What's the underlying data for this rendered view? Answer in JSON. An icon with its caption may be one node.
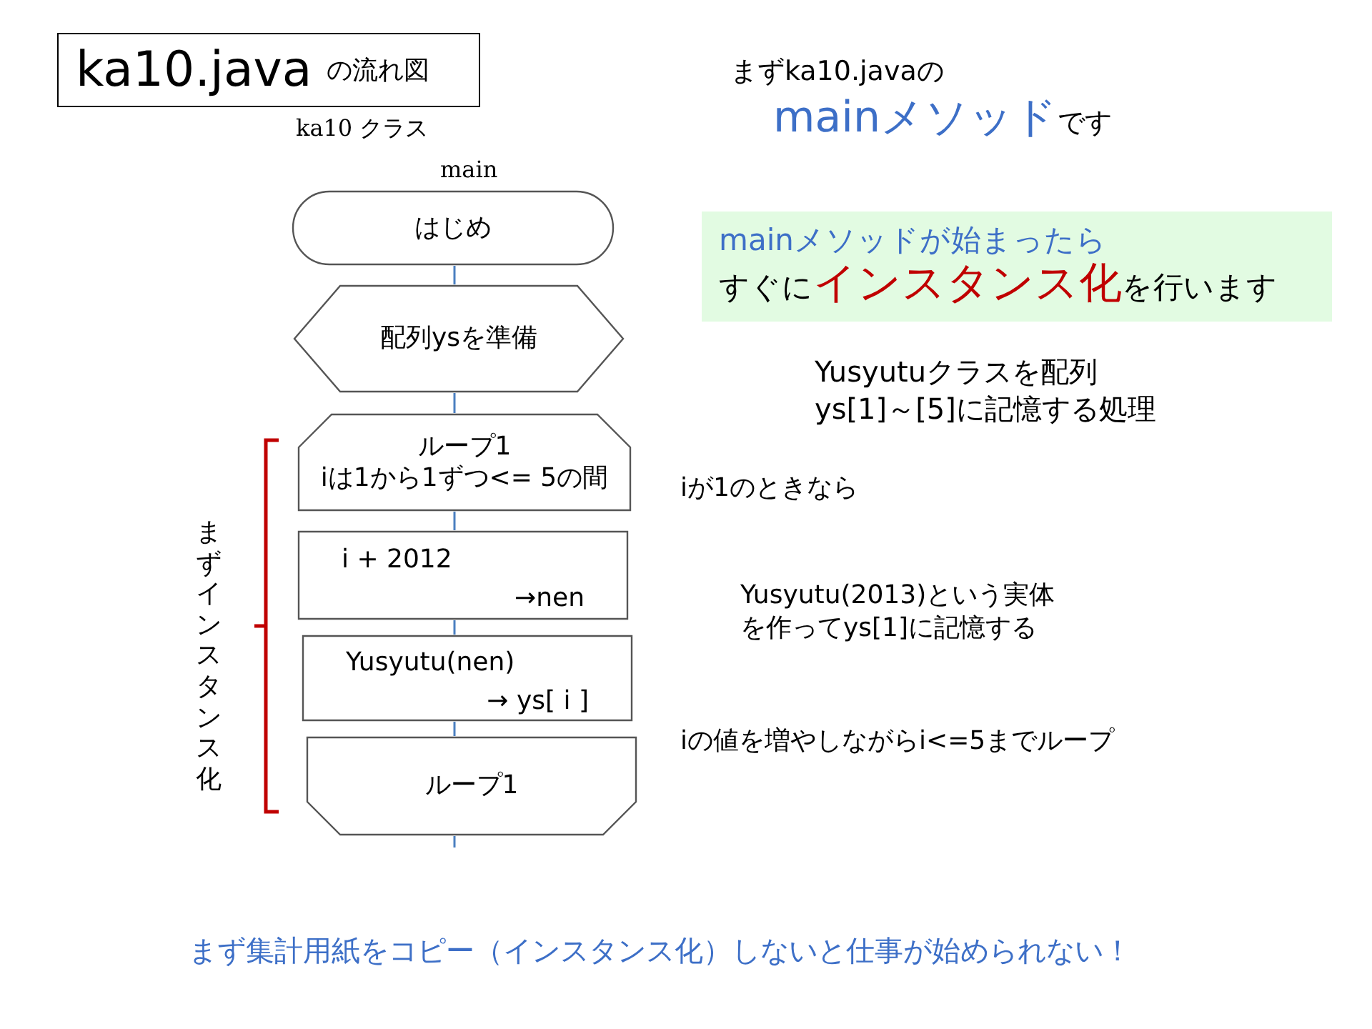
{
  "diagram": {
    "title": "ka10.java の流れ図",
    "nodes": [
      {
        "text": [
          "はじめ"
        ]
      },
      {
        "text": [
          "配列ysを準備"
        ]
      },
      {
        "text": [
          "ループ1",
          "iは1から1ずつ<= 5の間"
        ]
      },
      {
        "text": [
          "i + 2012 →nen"
        ]
      },
      {
        "text": [
          "Yusyutu(nen) → ys[ i ]"
        ]
      },
      {
        "text": [
          "ループ1"
        ]
      },
      {
        "text": [
          "mainメソッドが始まったら",
          "すぐに**インスタンス化**を行います"
        ]
      }
    ],
    "edges": [
      {
        "from": 0,
        "to": 1,
        "arrow": "none"
      },
      {
        "from": 1,
        "to": 2,
        "arrow": "none"
      },
      {
        "from": 2,
        "to": 3,
        "arrow": "none"
      },
      {
        "from": 3,
        "to": 4,
        "arrow": "none"
      },
      {
        "from": 4,
        "to": 5,
        "arrow": "none"
      },
      {
        "from": 5,
        "to": null,
        "arrow": "none"
      }
    ],
    "labels": [
      "ka10 クラス",
      "main",
      "まずka10.javaの**mainメソッド**です",
      "Yusyutuクラスを配列ys[1]～[5]に記憶する処理",
      "iが1のときなら",
      "Yusyutu(2013)という実体を作ってys[1]に記憶する",
      "iの値を増やしながらi<=5までループ",
      "まずインスタンス化",
      "まず集計用紙をコピー（インスタンス化）しないと仕事が始められない！"
    ]
  }
}
